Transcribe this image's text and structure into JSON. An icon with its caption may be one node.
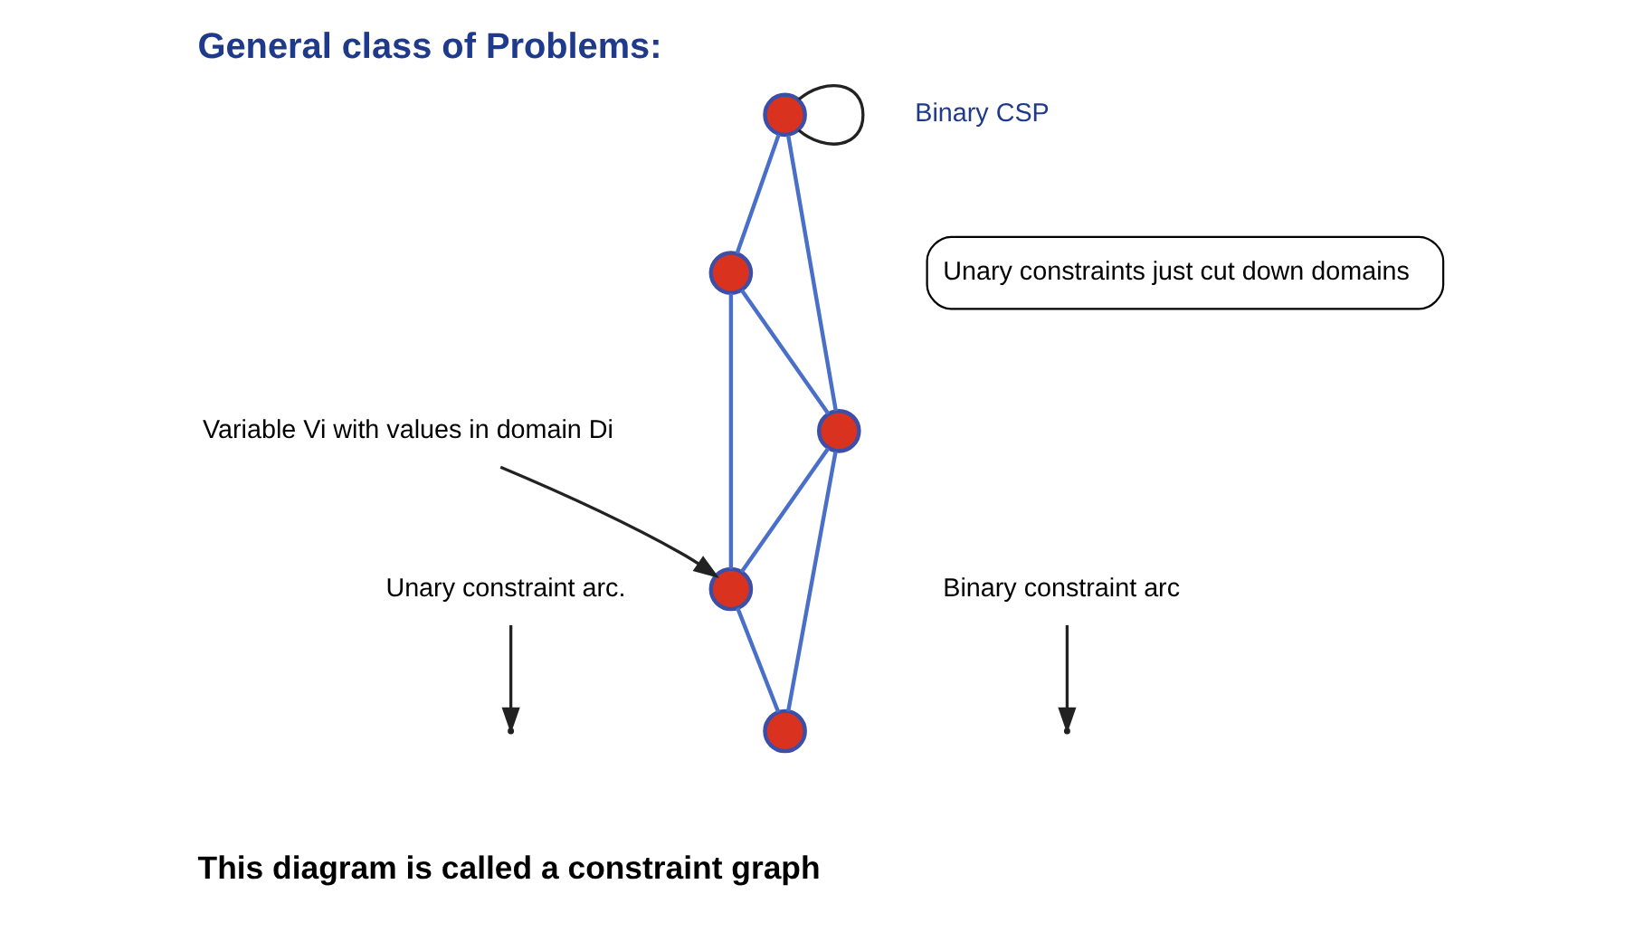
{
  "diagram": {
    "title": "General class of Problems:",
    "caption": "This diagram is called a constraint graph",
    "nodes": [
      {
        "text": [
          "Unary constraint arc."
        ]
      },
      {
        "text": [
          "Variable Vi with values in domain Di"
        ]
      },
      {
        "text": [],
        "shape": "circle"
      },
      {
        "text": [],
        "shape": "circle"
      },
      {
        "text": [],
        "shape": "circle"
      },
      {
        "text": [],
        "shape": "circle"
      },
      {
        "text": [],
        "shape": "circle"
      },
      {
        "text": [
          "Binary constraint arc"
        ]
      }
    ],
    "edges": [
      {
        "from": 2,
        "to": 3,
        "arrow": "none"
      },
      {
        "from": 3,
        "to": 6,
        "arrow": "none"
      },
      {
        "from": 3,
        "to": 4,
        "arrow": "none"
      },
      {
        "from": 2,
        "to": 4,
        "arrow": "none"
      },
      {
        "from": 4,
        "to": 6,
        "arrow": "none"
      },
      {
        "from": 6,
        "to": 5,
        "arrow": "none"
      },
      {
        "from": 4,
        "to": 5,
        "arrow": "none"
      },
      {
        "from": 2,
        "to": 2,
        "arrow": "none",
        "color": "#222222"
      },
      {
        "from": 0,
        "to": null,
        "arrow": "to",
        "color": "#222222"
      },
      {
        "from": 1,
        "to": 6,
        "arrow": "to",
        "color": "#222222"
      },
      {
        "from": 7,
        "to": null,
        "arrow": "to",
        "color": "#222222"
      }
    ],
    "labels": [
      "Binary CSP",
      "Unary constraints just cut down domains"
    ]
  }
}
